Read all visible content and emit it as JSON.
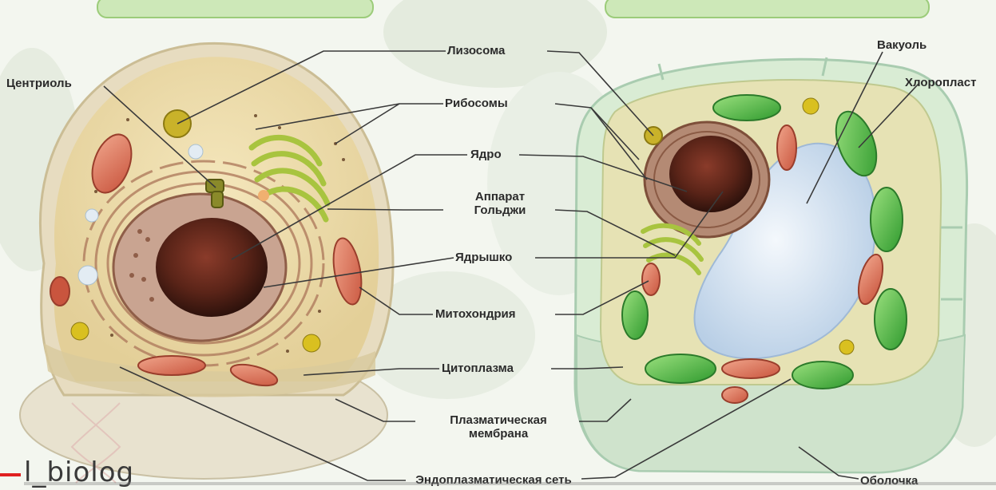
{
  "labels": {
    "lysosome": "Лизосома",
    "centriole": "Центриоль",
    "ribosomes": "Рибосомы",
    "nucleus": "Ядро",
    "golgi": "Аппарат Гольджи",
    "nucleolus": "Ядрышко",
    "mitochondrion": "Митохондрия",
    "cytoplasm": "Цитоплазма",
    "plasma_membrane": "Плазматическая мембрана",
    "er": "Эндоплазматическая сеть",
    "vacuole": "Вакуоль",
    "chloroplast": "Хлоропласт",
    "cell_wall": "Оболочка"
  },
  "watermark": "l_biolog",
  "colors": {
    "label_text": "#2b2b2b",
    "background": "#f3f6ef",
    "tab_green": "#c9e6b4",
    "animal_cytoplasm": "#efe0b0",
    "nucleus": "#5a2418",
    "mitochondria": "#d98a72",
    "chloroplast": "#5cbf4a",
    "vacuole": "#dde8f4",
    "plant_wall": "#d9ecd4",
    "youtube_red": "#e02020"
  }
}
